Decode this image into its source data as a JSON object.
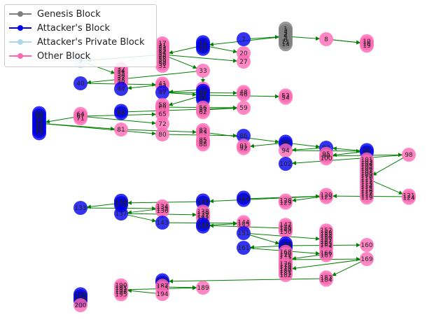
{
  "legend": {
    "genesis": "Genesis Block",
    "attacker": "Attacker's Block",
    "private": "Attacker's Private Block",
    "other": "Other Block"
  },
  "colors": {
    "genesis": "#808080",
    "attacker": "#0000ee",
    "private": "#add8e6",
    "other": "#ff69b4",
    "edge": "#008000"
  },
  "clusters": [
    {
      "labels": [
        "1",
        "2",
        "3",
        "4",
        "5",
        "6",
        "11",
        "14"
      ],
      "kind": "genesis"
    },
    {
      "labels": [
        "7"
      ],
      "kind": "attacker"
    },
    {
      "labels": [
        "8"
      ],
      "kind": "other"
    },
    {
      "labels": [
        "10",
        "16",
        "19"
      ],
      "kind": "other"
    },
    {
      "labels": [
        "12",
        "13",
        "15",
        "18"
      ],
      "kind": "attacker"
    },
    {
      "labels": [
        "17",
        "21",
        "22",
        "23",
        "24",
        "25",
        "26",
        "28",
        "29",
        "30",
        "31"
      ],
      "kind": "other"
    },
    {
      "labels": [
        "20"
      ],
      "kind": "other"
    },
    {
      "labels": [
        "27"
      ],
      "kind": "other"
    },
    {
      "labels": [
        "9"
      ],
      "kind": "private"
    },
    {
      "labels": [
        "32",
        "34",
        "35",
        "36",
        "37",
        "38",
        "39"
      ],
      "kind": "other"
    },
    {
      "labels": [
        "33"
      ],
      "kind": "other"
    },
    {
      "labels": [
        "40"
      ],
      "kind": "attacker"
    },
    {
      "labels": [
        "41",
        "43"
      ],
      "kind": "other"
    },
    {
      "labels": [
        "44"
      ],
      "kind": "attacker"
    },
    {
      "labels": [
        "45",
        "42"
      ],
      "kind": "other"
    },
    {
      "labels": [
        "47"
      ],
      "kind": "attacker"
    },
    {
      "labels": [
        "48",
        "46"
      ],
      "kind": "other"
    },
    {
      "labels": [
        "49",
        "50",
        "51",
        "52",
        "55"
      ],
      "kind": "attacker"
    },
    {
      "labels": [
        "53",
        "54"
      ],
      "kind": "other"
    },
    {
      "labels": [
        "58",
        "60",
        "61"
      ],
      "kind": "other"
    },
    {
      "labels": [
        "59"
      ],
      "kind": "other"
    },
    {
      "labels": [
        "56",
        "57",
        "62"
      ],
      "kind": "other"
    },
    {
      "labels": [
        "63",
        "66"
      ],
      "kind": "attacker"
    },
    {
      "labels": [
        "64",
        "67",
        "71"
      ],
      "kind": "other"
    },
    {
      "labels": [
        "65"
      ],
      "kind": "other"
    },
    {
      "labels": [
        "68",
        "69",
        "70",
        "73",
        "74",
        "75",
        "76",
        "77",
        "79",
        "78"
      ],
      "kind": "attacker"
    },
    {
      "labels": [
        "72"
      ],
      "kind": "other"
    },
    {
      "labels": [
        "81"
      ],
      "kind": "other"
    },
    {
      "labels": [
        "80"
      ],
      "kind": "other"
    },
    {
      "labels": [
        "82",
        "83",
        "84"
      ],
      "kind": "other"
    },
    {
      "labels": [
        "86"
      ],
      "kind": "attacker"
    },
    {
      "labels": [
        "85",
        "87",
        "88"
      ],
      "kind": "other"
    },
    {
      "labels": [
        "89",
        "90"
      ],
      "kind": "attacker"
    },
    {
      "labels": [
        "91",
        "92"
      ],
      "kind": "other"
    },
    {
      "labels": [
        "93"
      ],
      "kind": "attacker"
    },
    {
      "labels": [
        "94"
      ],
      "kind": "other"
    },
    {
      "labels": [
        "96",
        "97"
      ],
      "kind": "attacker"
    },
    {
      "labels": [
        "95",
        "99",
        "100"
      ],
      "kind": "other"
    },
    {
      "labels": [
        "98"
      ],
      "kind": "other"
    },
    {
      "labels": [
        "102"
      ],
      "kind": "attacker"
    },
    {
      "labels": [
        "101",
        "103",
        "104",
        "105",
        "106",
        "107",
        "108",
        "109",
        "110",
        "111",
        "112",
        "113",
        "114",
        "115",
        "116",
        "117",
        "118",
        "119"
      ],
      "kind": "other"
    },
    {
      "labels": [
        "121",
        "124"
      ],
      "kind": "other"
    },
    {
      "labels": [
        "120",
        "125"
      ],
      "kind": "other"
    },
    {
      "labels": [
        "122",
        "123"
      ],
      "kind": "attacker"
    },
    {
      "labels": [
        "128",
        "129"
      ],
      "kind": "other"
    },
    {
      "labels": [
        "126",
        "131"
      ],
      "kind": "attacker"
    },
    {
      "labels": [
        "127",
        "130",
        "132"
      ],
      "kind": "attacker"
    },
    {
      "labels": [
        "133"
      ],
      "kind": "attacker"
    },
    {
      "labels": [
        "134",
        "135",
        "136"
      ],
      "kind": "other"
    },
    {
      "labels": [
        "137"
      ],
      "kind": "attacker"
    },
    {
      "labels": [
        "138",
        "139",
        "141",
        "142"
      ],
      "kind": "other"
    },
    {
      "labels": [
        "143"
      ],
      "kind": "attacker"
    },
    {
      "labels": [
        "144",
        "145"
      ],
      "kind": "other"
    },
    {
      "labels": [
        "146",
        "140"
      ],
      "kind": "attacker"
    },
    {
      "labels": [
        "147",
        "148",
        "149",
        "150"
      ],
      "kind": "other"
    },
    {
      "labels": [
        "151"
      ],
      "kind": "attacker"
    },
    {
      "labels": [
        "152",
        "153",
        "155",
        "156",
        "157",
        "162",
        "163",
        "164",
        "165"
      ],
      "kind": "other"
    },
    {
      "labels": [
        "154",
        "158",
        "159"
      ],
      "kind": "attacker"
    },
    {
      "labels": [
        "160"
      ],
      "kind": "other"
    },
    {
      "labels": [
        "161"
      ],
      "kind": "attacker"
    },
    {
      "labels": [
        "166",
        "167"
      ],
      "kind": "other"
    },
    {
      "labels": [
        "168",
        "170",
        "171",
        "172",
        "173",
        "174",
        "175",
        "177"
      ],
      "kind": "other"
    },
    {
      "labels": [
        "169"
      ],
      "kind": "other"
    },
    {
      "labels": [
        "176",
        "178",
        "179",
        "180",
        "181",
        "182"
      ],
      "kind": "other"
    },
    {
      "labels": [
        "183",
        "184"
      ],
      "kind": "other"
    },
    {
      "labels": [
        "185",
        "186"
      ],
      "kind": "attacker"
    },
    {
      "labels": [
        "187",
        "188"
      ],
      "kind": "other"
    },
    {
      "labels": [
        "189"
      ],
      "kind": "other"
    },
    {
      "labels": [
        "190",
        "191",
        "192",
        "193",
        "195"
      ],
      "kind": "other"
    },
    {
      "labels": [
        "194"
      ],
      "kind": "other"
    },
    {
      "labels": [
        "196",
        "197",
        "198",
        "199"
      ],
      "kind": "attacker"
    },
    {
      "labels": [
        "200"
      ],
      "kind": "other"
    }
  ],
  "edges": [
    [
      1,
      0
    ],
    [
      0,
      2
    ],
    [
      2,
      3
    ],
    [
      2,
      3
    ],
    [
      0,
      4
    ],
    [
      4,
      5
    ],
    [
      4,
      6
    ],
    [
      5,
      7
    ],
    [
      5,
      8
    ],
    [
      8,
      9
    ],
    [
      5,
      10
    ],
    [
      10,
      11
    ],
    [
      11,
      12
    ],
    [
      12,
      13
    ],
    [
      10,
      14
    ],
    [
      14,
      15
    ],
    [
      15,
      16
    ],
    [
      15,
      17
    ],
    [
      17,
      18
    ],
    [
      17,
      19
    ],
    [
      19,
      20
    ],
    [
      21,
      20
    ],
    [
      22,
      20
    ],
    [
      23,
      24
    ],
    [
      23,
      25
    ],
    [
      23,
      26
    ],
    [
      25,
      27
    ],
    [
      25,
      28
    ],
    [
      27,
      29
    ],
    [
      28,
      30
    ],
    [
      29,
      31
    ],
    [
      29,
      32
    ],
    [
      32,
      33
    ],
    [
      32,
      34
    ],
    [
      34,
      35
    ],
    [
      36,
      34
    ],
    [
      35,
      36
    ],
    [
      36,
      37
    ],
    [
      37,
      38
    ],
    [
      38,
      39
    ],
    [
      38,
      40
    ],
    [
      40,
      41
    ],
    [
      41,
      42
    ],
    [
      43,
      42
    ],
    [
      42,
      44
    ],
    [
      42,
      45
    ],
    [
      45,
      46
    ],
    [
      46,
      47
    ],
    [
      47,
      48
    ],
    [
      48,
      49
    ],
    [
      49,
      50
    ],
    [
      49,
      51
    ],
    [
      51,
      52
    ],
    [
      53,
      52
    ],
    [
      54,
      53
    ],
    [
      55,
      56
    ],
    [
      55,
      57
    ],
    [
      57,
      58
    ],
    [
      57,
      59
    ],
    [
      59,
      60
    ],
    [
      60,
      61
    ],
    [
      61,
      62
    ],
    [
      62,
      63
    ],
    [
      62,
      64
    ],
    [
      64,
      65
    ],
    [
      65,
      66
    ],
    [
      66,
      67
    ],
    [
      68,
      67
    ],
    [
      69,
      68
    ],
    [
      70,
      71
    ],
    [
      71,
      72
    ],
    [
      70,
      73
    ],
    [
      73,
      74
    ],
    [
      74,
      75
    ],
    [
      74,
      76
    ],
    [
      76,
      77
    ],
    [
      76,
      78
    ],
    [
      77,
      79
    ],
    [
      79,
      80
    ],
    [
      79,
      81
    ],
    [
      81,
      82
    ],
    [
      82,
      83
    ]
  ]
}
